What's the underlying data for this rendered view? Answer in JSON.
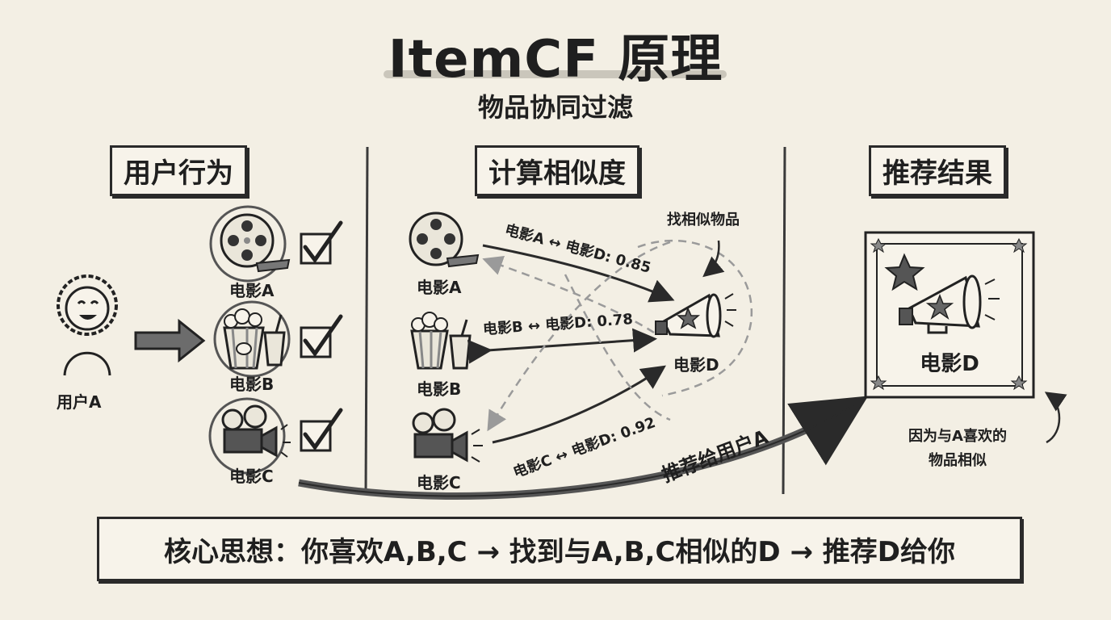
{
  "header": {
    "title": "ItemCF 原理",
    "subtitle": "物品协同过滤"
  },
  "sections": {
    "behavior": "用户行为",
    "similarity": "计算相似度",
    "result": "推荐结果"
  },
  "user": {
    "label": "用户A"
  },
  "movies": {
    "a": "电影A",
    "b": "电影B",
    "c": "电影C",
    "d": "电影D"
  },
  "similarities": {
    "ad": "电影A ↔ 电影D: 0.85",
    "bd": "电影B ↔ 电影D: 0.78",
    "cd": "电影C ↔ 电影D: 0.92"
  },
  "annotations": {
    "find_similar": "找相似物品",
    "recommend_to": "推荐给用户A",
    "because_line1": "因为与A喜欢的",
    "because_line2": "物品相似"
  },
  "result": {
    "movie": "电影D"
  },
  "footer": {
    "core_idea": "核心思想：你喜欢A,B,C → 找到与A,B,C相似的D → 推荐D给你"
  }
}
